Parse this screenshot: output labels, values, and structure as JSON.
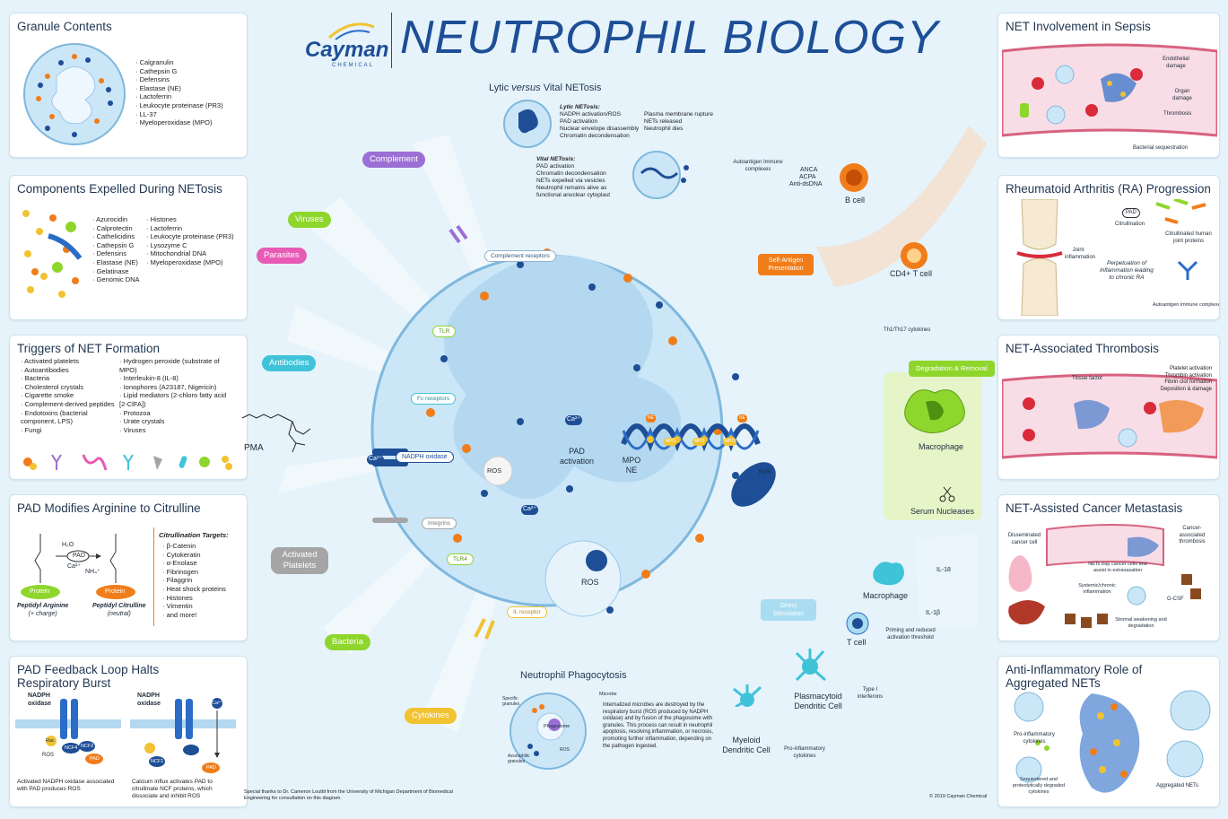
{
  "header": {
    "brand_name": "Cayman",
    "brand_sub": "CHEMICAL",
    "title": "NEUTROPHIL BIOLOGY"
  },
  "colors": {
    "navy": "#1d4e96",
    "blue": "#2a6cc8",
    "orange": "#f07d1a",
    "pink": "#e85ab6",
    "lime": "#8fd62c",
    "teal": "#3fc3d8",
    "purple": "#9b6fd4",
    "gray": "#a5a5a5",
    "yellow": "#f2c230",
    "cell": "#cbe6f7",
    "nucleus": "#b3d8f0"
  },
  "granule": {
    "title": "Granule Contents",
    "items": [
      "Calgranulin",
      "Cathepsin G",
      "Defensins",
      "Elastase (NE)",
      "Lactoferrin",
      "Leukocyte proteinase (PR3)",
      "LL-37",
      "Myeloperoxidase (MPO)"
    ]
  },
  "components": {
    "title": "Components Expelled During NETosis",
    "col1": [
      "Azurocidin",
      "Calprotectin",
      "Cathelicidins",
      "Cathepsin G",
      "Defensins",
      "Elastase (NE)",
      "Gelatinase",
      "Genomic DNA"
    ],
    "col2": [
      "Histones",
      "Lactoferrin",
      "Leukocyte proteinase (PR3)",
      "Lysozyme C",
      "Mitochondrial DNA",
      "Myeloperoxidase (MPO)"
    ]
  },
  "triggers": {
    "title": "Triggers of NET Formation",
    "col1": [
      "Activated platelets",
      "Autoantibodies",
      "Bacteria",
      "Cholesterol crystals",
      "Cigarette smoke",
      "Complement-derived peptides",
      "Endotoxins (bacterial component, LPS)",
      "Fungi"
    ],
    "col2": [
      "Hydrogen peroxide (substrate of MPO)",
      "Interleukin-8 (IL-8)",
      "Ionophores (A23187, Nigericin)",
      "Lipid mediators (2-chloro fatty acid [2-ClFA])",
      "Protozoa",
      "Urate crystals",
      "Viruses"
    ]
  },
  "pad": {
    "title": "PAD Modifies Arginine to Citrulline",
    "h2o": "H₂O",
    "pad": "PAD",
    "ca": "Ca²⁺",
    "nh4": "NH₄⁺",
    "protein": "Protein",
    "left_name": "Peptidyl Arginine",
    "left_charge": "(+ charge)",
    "right_name": "Peptidyl Citrulline",
    "right_charge": "(neutral)",
    "targets_title": "Citrullination Targets:",
    "targets": [
      "β-Catenin",
      "Cytokeratin",
      "α-Enolase",
      "Fibrinogen",
      "Filaggrin",
      "Heat shock proteins",
      "Histones",
      "Vimentin",
      "and more!"
    ]
  },
  "feedback": {
    "title": "PAD Feedback Loop Halts Respiratory Burst",
    "nadph": "NADPH oxidase",
    "ca": "Ca²⁺",
    "rac": "Rac",
    "ncf4": "NCF4",
    "ncf2": "NCF2",
    "ncf1": "NCF1",
    "pad": "PAD",
    "ros": "ROS",
    "cap1": "Activated NADPH oxidase associated with PAD produces ROS",
    "cap2": "Calcium influx activates PAD to citrullinate NCF proteins, which dissociate and inhibit ROS"
  },
  "netosis": {
    "title_a": "Lytic ",
    "title_b": "versus",
    "title_c": " Vital NETosis",
    "lytic_title": "Lytic NETosis:",
    "lytic": [
      "NADPH activation/ROS",
      "PAD activation",
      "Nuclear envelope disassembly",
      "Chromatin decondensation"
    ],
    "lytic2": [
      "Plasma membrane rupture",
      "NETs released",
      "Neutrophil dies"
    ],
    "vital_title": "Vital NETosis:",
    "vital": [
      "PAD activation",
      "Chromatin decondensation",
      "NETs expelled via vesicles",
      "Neutrophil remains alive as functional anuclear cytoplast"
    ]
  },
  "center": {
    "complement": "Complement",
    "viruses": "Viruses",
    "parasites": "Parasites",
    "antibodies": "Antibodies",
    "pma": "PMA",
    "platelets": "Activated Platelets",
    "bacteria": "Bacteria",
    "cytokines": "Cytokines",
    "complement_receptors": "Complement receptors",
    "tlr": "TLR",
    "fc": "Fc receptors",
    "nadph": "NADPH oxidase",
    "ca": "Ca²⁺",
    "integrins": "Integrins",
    "tlr4": "TLR4",
    "il": "IL receptor",
    "ros": "ROS",
    "pad_activation": "PAD activation",
    "mpo_ne": "MPO NE",
    "ne": "NE",
    "mpo": "MPO",
    "self_antigen": "Self-Antigen Presentation",
    "degradation": "Degradation & Removal",
    "direct": "Direct Stimulation",
    "b_cell": "B cell",
    "anca": "ANCA",
    "acpa": "ACPA",
    "anti_dsdna": "Anti-dsDNA",
    "autoantigen": "Autoantigen Immune complexes",
    "cd4": "CD4+ T cell",
    "th": "Th1/Th17 cytokines",
    "macrophage": "Macrophage",
    "serum_nucleases": "Serum Nucleases",
    "macrophage2": "Macrophage",
    "il18": "IL-18",
    "il1b": "IL-1β",
    "tcell": "T cell",
    "priming": "Priming and reduced activation threshold",
    "pdc": "Plasmacytoid Dendritic Cell",
    "type1": "Type I interferons",
    "mdc": "Myeloid Dendritic Cell",
    "proinf": "Pro-inflammatory cytokines"
  },
  "phago": {
    "title": "Neutrophil Phagocytosis",
    "specific": "Specific granules",
    "microbe": "Microbe",
    "phagosome": "Phagosome",
    "azurophilic": "Azurophilic granules",
    "ros": "ROS",
    "text": "Internalized microbes are destroyed by the respiratory burst (ROS produced by NADPH oxidase) and by fusion of the phagosome with granules. This process can result in neutrophil apoptosis, resolving inflammation, or necrosis, promoting further inflammation, depending on the pathogen ingested."
  },
  "sepsis": {
    "title": "NET Involvement in Sepsis",
    "endo": "Endothelial damage",
    "organ": "Organ damage",
    "thrombosis": "Thrombosis",
    "bacterial": "Bacterial sequestration"
  },
  "ra": {
    "title": "Rheumatoid Arthritis (RA) Progression",
    "joint": "Joint inflammation",
    "pad": "PAD",
    "citrullination": "Citrullination",
    "citrullinated": "Citrullinated human joint proteins",
    "perpetuation": "Perpetuation of inflammation leading to chronic RA",
    "autoantigen": "Autoantigen immune complexes"
  },
  "thrombosis": {
    "title": "NET-Associated Thrombosis",
    "tissue": "Tissue factor",
    "list": [
      "Platelet activation",
      "Thrombin activation",
      "Fibrin clot formation",
      "Deposition & damage"
    ]
  },
  "cancer": {
    "title": "NET-Assisted Cancer Metastasis",
    "disseminated": "Disseminated cancer cell",
    "cancer_thrombosis": "Cancer-associated thrombosis",
    "trap": "NETs trap cancer cells and assist in extravasation",
    "systemic": "Systemic/chronic inflammation",
    "gcsf": "G-CSF",
    "stromal": "Stromal weakening and degradation"
  },
  "antiinf": {
    "title": "Anti-Inflammatory Role of Aggregated NETs",
    "pro": "Pro-inflammatory cytokines",
    "seq": "Sequestered and proteolytically degraded cytokines",
    "aggregated": "Aggregated NETs"
  },
  "footer": {
    "thanks": "Special thanks to Dr. Cameron Louttit from the University of Michigan Department of Biomedical Engineering for consultation on this diagram.",
    "copyright": "© 2019 Cayman Chemical"
  }
}
